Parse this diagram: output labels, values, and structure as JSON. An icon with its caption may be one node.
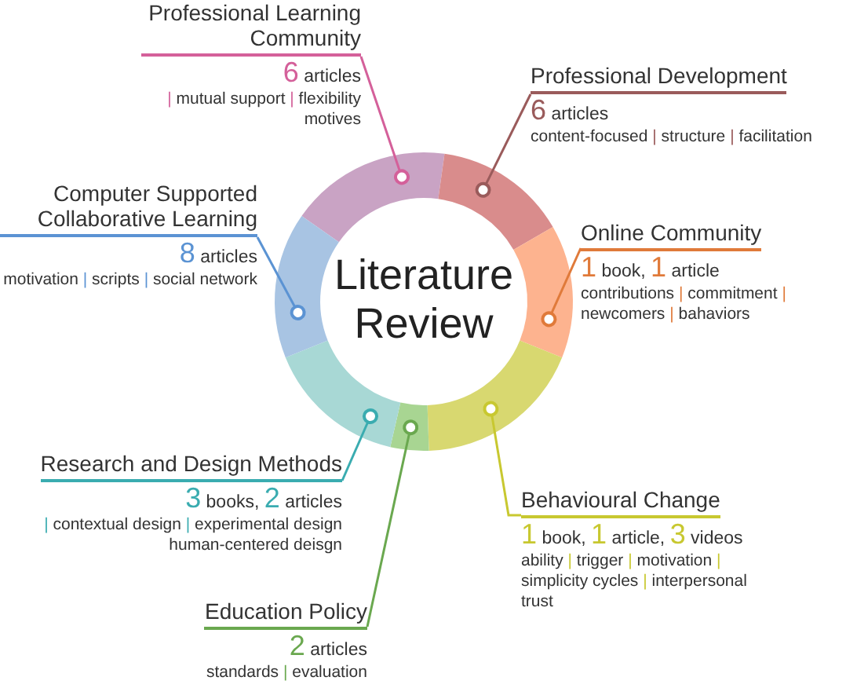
{
  "diagram": {
    "nodes": [
      {
        "text": [
          "Professional Learning Community",
          "6 articles",
          "| mutual support | flexibility motives"
        ]
      },
      {
        "text": [
          "Professional Development",
          "6 articles",
          "content-focused | structure | facilitation"
        ]
      },
      {
        "text": [
          "Online Community",
          "1 book, 1 article",
          "contributions | commitment | newcomers | bahaviors"
        ]
      },
      {
        "text": [
          "Computer Supported Collaborative Learning",
          "8 articles",
          "motivation | scripts | social network"
        ]
      },
      {
        "text": [
          "Literature Review"
        ]
      },
      {
        "text": [
          "Research and Design Methods",
          "3 books, 2 articles",
          "| contextual design | experimental design human-centered deisgn"
        ]
      },
      {
        "text": [
          "Behavioural Change",
          "1 book, 1 article, 3 videos",
          "ability | trigger | motivation | simplicity cycles | interpersonal trust"
        ]
      },
      {
        "text": [
          "Education Policy",
          "2 articles",
          "standards | evaluation"
        ]
      },
      {
        "text": [],
        "shape": "arc"
      },
      {
        "text": [],
        "shape": "arc"
      },
      {
        "text": [],
        "shape": "arc"
      },
      {
        "text": [],
        "shape": "arc"
      },
      {
        "text": [],
        "shape": "arc"
      },
      {
        "text": [],
        "shape": "arc"
      },
      {
        "text": [],
        "shape": "arc"
      }
    ],
    "edges": [
      {
        "from": 0,
        "to": 8,
        "arrow": "other",
        "color": "#d4609a"
      },
      {
        "from": 1,
        "to": 9,
        "arrow": "other",
        "color": "#9a5b5b"
      },
      {
        "from": 2,
        "to": 10,
        "arrow": "other",
        "color": "#e07a3a"
      },
      {
        "from": 3,
        "to": 14,
        "arrow": "other",
        "color": "#5b93d3"
      },
      {
        "from": 5,
        "to": 13,
        "arrow": "other",
        "color": "#3aacb0"
      },
      {
        "from": 6,
        "to": 11,
        "arrow": "other",
        "color": "#c8c830"
      },
      {
        "from": 7,
        "to": 12,
        "arrow": "other",
        "color": "#6aa84f"
      }
    ]
  }
}
